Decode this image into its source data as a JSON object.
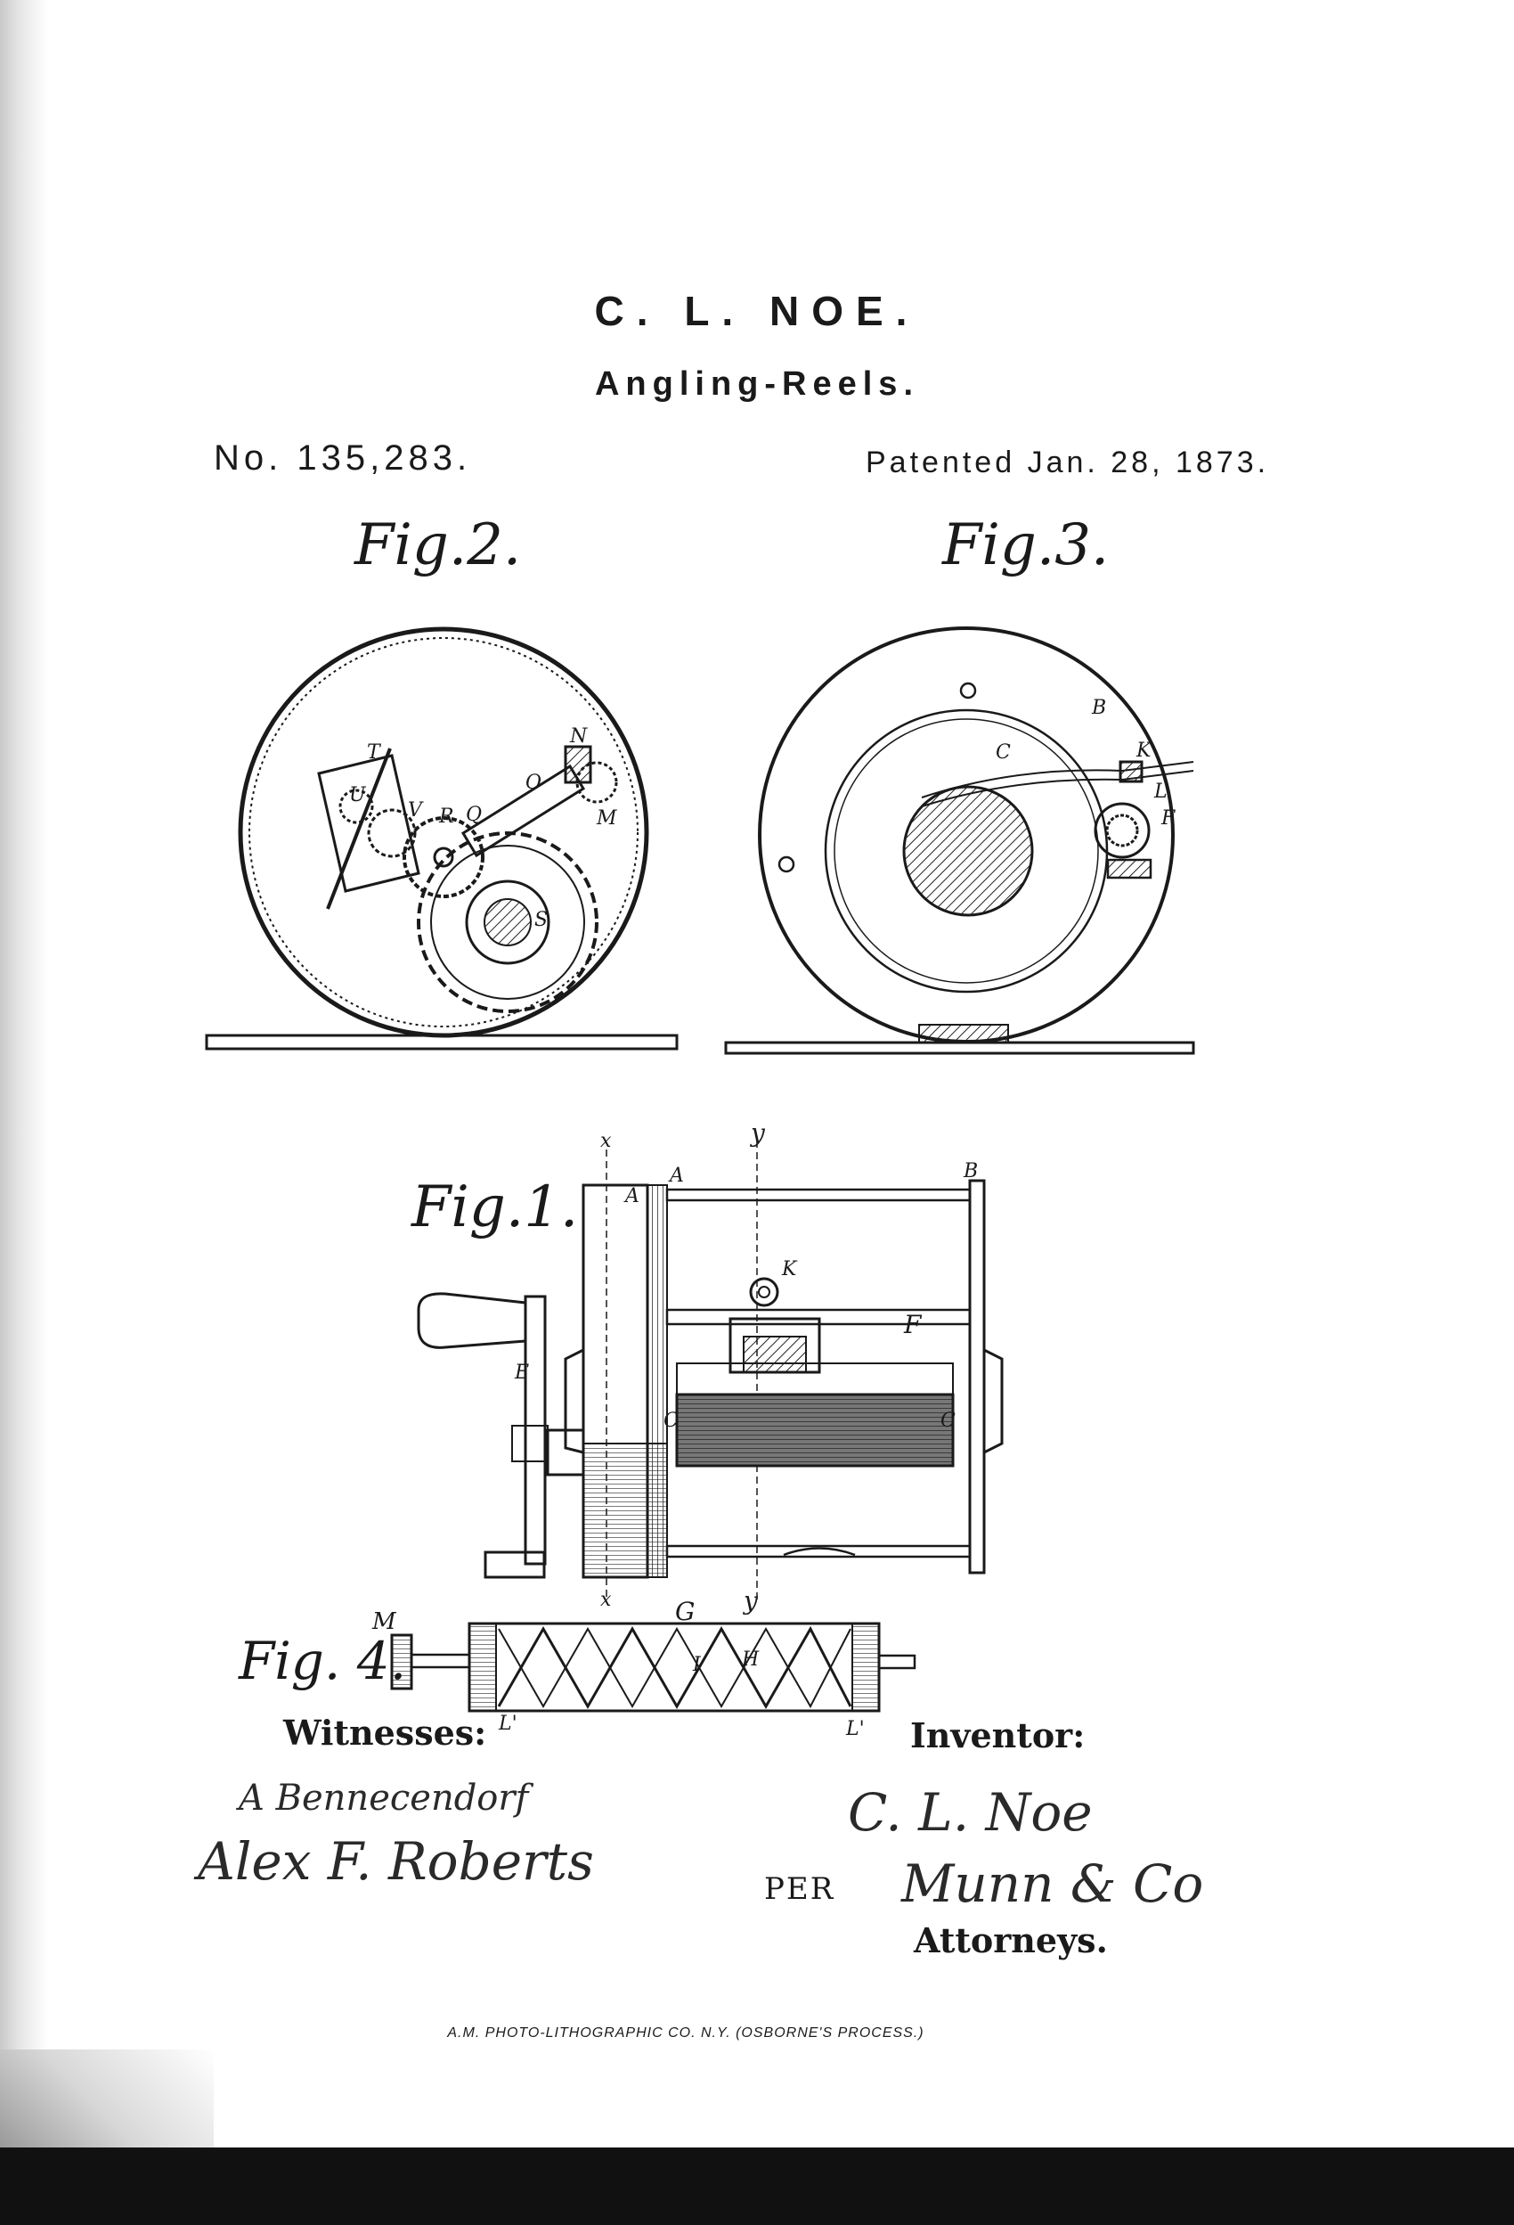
{
  "patent": {
    "inventor_name": "C. L. NOE.",
    "title": "Angling-Reels.",
    "number": "No. 135,283.",
    "date": "Patented Jan. 28, 1873."
  },
  "figures": {
    "fig2": {
      "caption": "Fig.2.",
      "labels": {
        "T": "T",
        "U": "U",
        "V": "V",
        "R": "R",
        "Q": "Q",
        "O": "O",
        "N": "N",
        "M": "M",
        "S": "S"
      }
    },
    "fig3": {
      "caption": "Fig.3.",
      "labels": {
        "B": "B",
        "C": "C",
        "K": "K",
        "L": "L",
        "F": "F"
      }
    },
    "fig1": {
      "caption": "Fig.1.",
      "labels": {
        "x_top": "x",
        "y_top": "y",
        "A1": "A",
        "A2": "A",
        "B": "B",
        "K": "K",
        "F": "F",
        "E": "E",
        "C1": "C",
        "C2": "C",
        "x_bottom": "x",
        "y_bottom": "y"
      }
    },
    "fig4": {
      "caption": "Fig. 4.",
      "labels": {
        "M": "M",
        "G": "G",
        "I": "I",
        "H": "H",
        "L1": "L'",
        "L2": "L'"
      }
    }
  },
  "signatures": {
    "witnesses_heading": "Witnesses:",
    "witness_1": "A Bennecendorf",
    "witness_2": "Alex F. Roberts",
    "inventor_heading": "Inventor:",
    "inventor_signature": "C. L. Noe",
    "per": "PER",
    "attorney_signature": "Munn & Co",
    "attorneys_heading": "Attorneys."
  },
  "credit": "A.M. PHOTO-LITHOGRAPHIC CO. N.Y. (OSBORNE'S PROCESS.)"
}
